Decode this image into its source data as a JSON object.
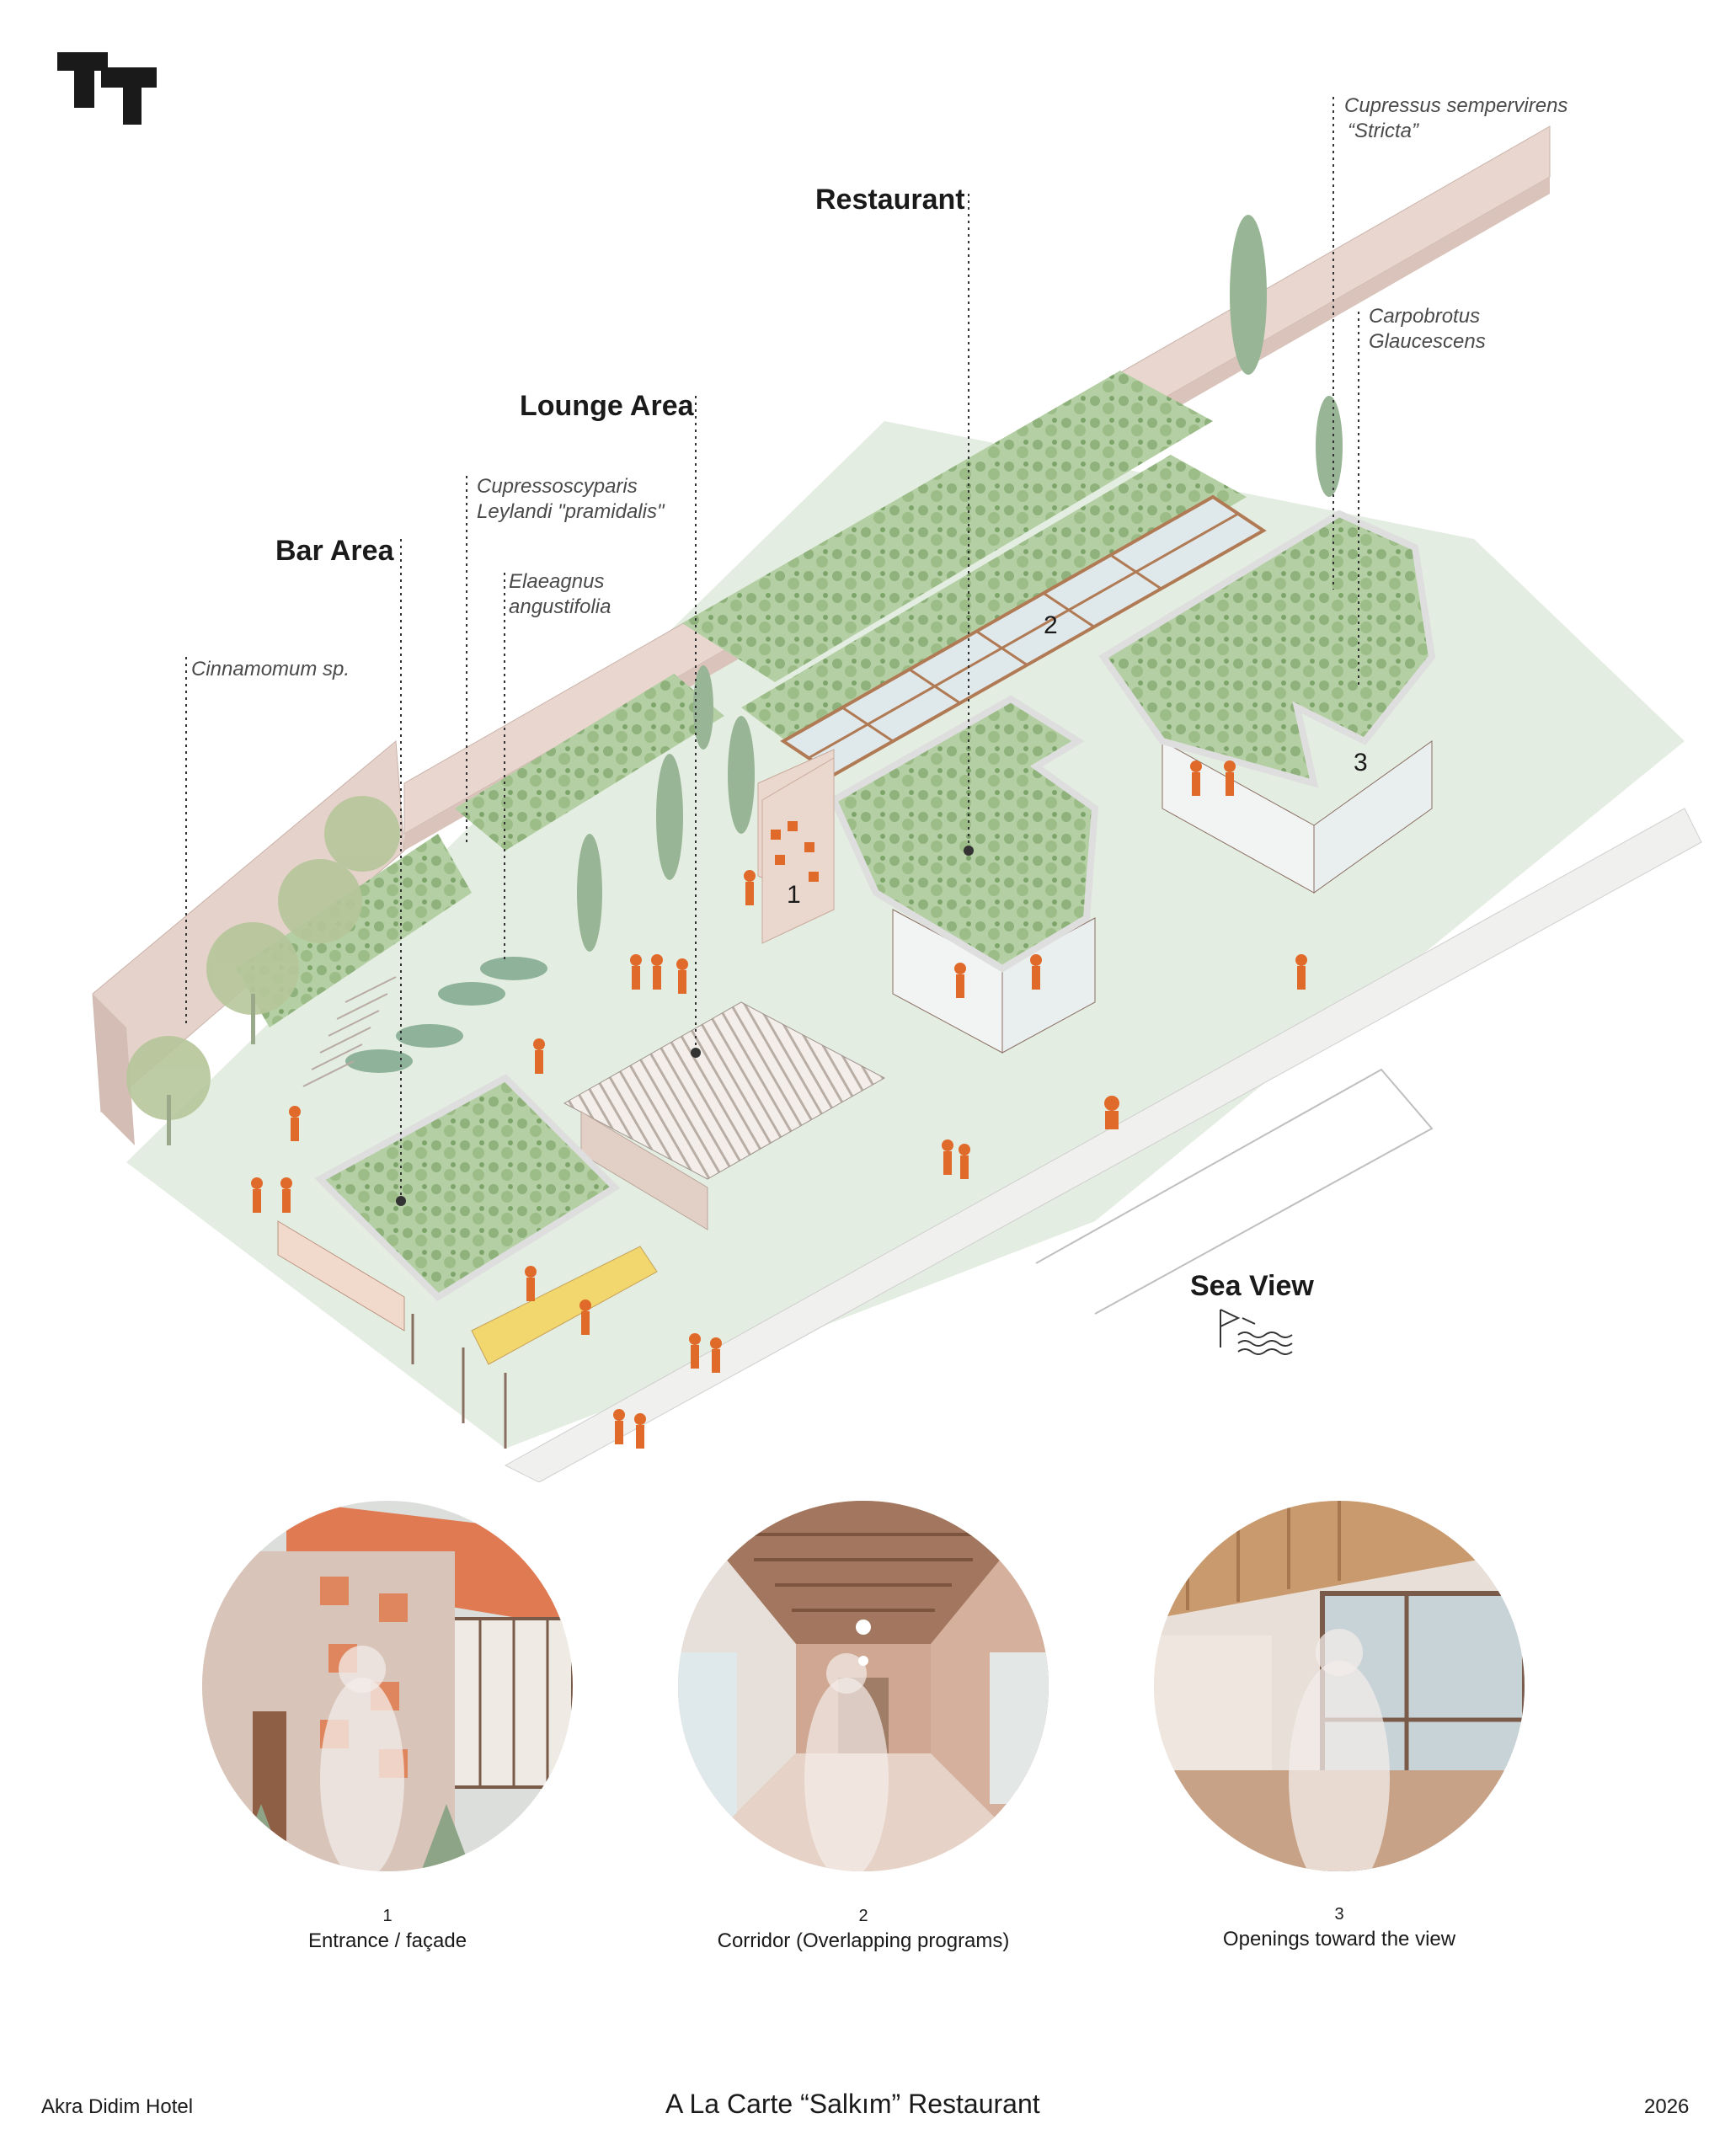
{
  "labels": {
    "bar_area": "Bar Area",
    "lounge_area": "Lounge Area",
    "restaurant": "Restaurant",
    "sea_view": "Sea View"
  },
  "plants": {
    "cinnamomum": [
      "Cinnamomum sp."
    ],
    "cupressocyparis": [
      "Cupressoscyparis",
      "Leylandi \"pramidalis\""
    ],
    "elaeagnus": [
      "Elaeagnus",
      "angustifolia"
    ],
    "cupressus": [
      "Cupressus sempervirens",
      "“Stricta”"
    ],
    "carpobrotus": [
      "Carpobrotus",
      "Glaucescens"
    ]
  },
  "markers": [
    "1",
    "2",
    "3"
  ],
  "vignettes": [
    {
      "number": "1",
      "caption": "Entrance / façade"
    },
    {
      "number": "2",
      "caption": "Corridor (Overlapping programs)"
    },
    {
      "number": "3",
      "caption": "Openings toward the view"
    }
  ],
  "footer": {
    "left": "Akra Didim Hotel",
    "center": "A La Carte “Salkım” Restaurant",
    "right": "2026"
  },
  "colors": {
    "wall": "#e2cfc8",
    "roof_green": "#a9c79a",
    "ground": "#dde8d8",
    "person": "#e06a2a",
    "glass": "#dfe8ea"
  }
}
